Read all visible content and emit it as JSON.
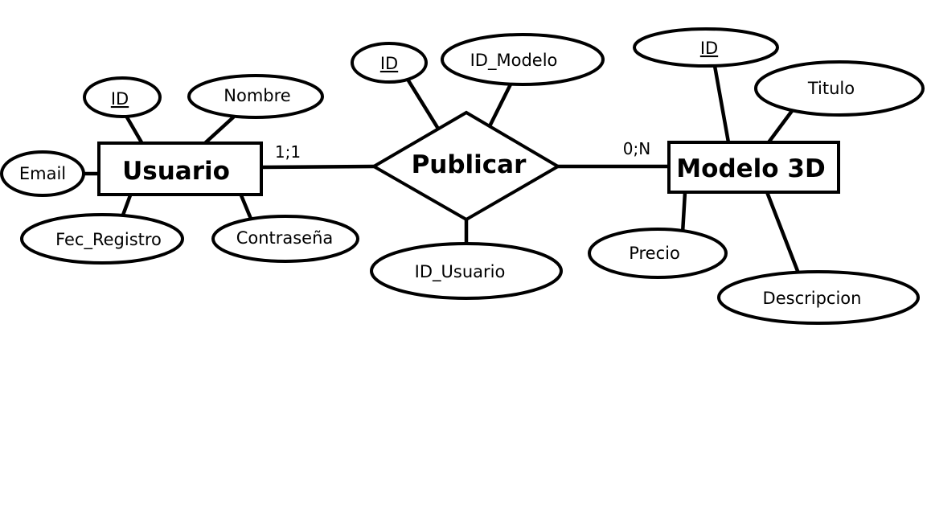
{
  "entities": {
    "usuario": "Usuario",
    "publicar": "Publicar",
    "modelo": "Modelo 3D"
  },
  "attributes": {
    "usuario_id": "ID",
    "usuario_nombre": "Nombre",
    "usuario_email": "Email",
    "usuario_fec_registro": "Fec_Registro",
    "usuario_contrasena": "Contraseña",
    "publicar_id": "ID",
    "publicar_id_modelo": "ID_Modelo",
    "publicar_id_usuario": "ID_Usuario",
    "modelo_id": "ID",
    "modelo_titulo": "Titulo",
    "modelo_precio": "Precio",
    "modelo_descripcion": "Descripcion"
  },
  "cardinalities": {
    "usuario_side": "1;1",
    "modelo_side": "0;N"
  }
}
